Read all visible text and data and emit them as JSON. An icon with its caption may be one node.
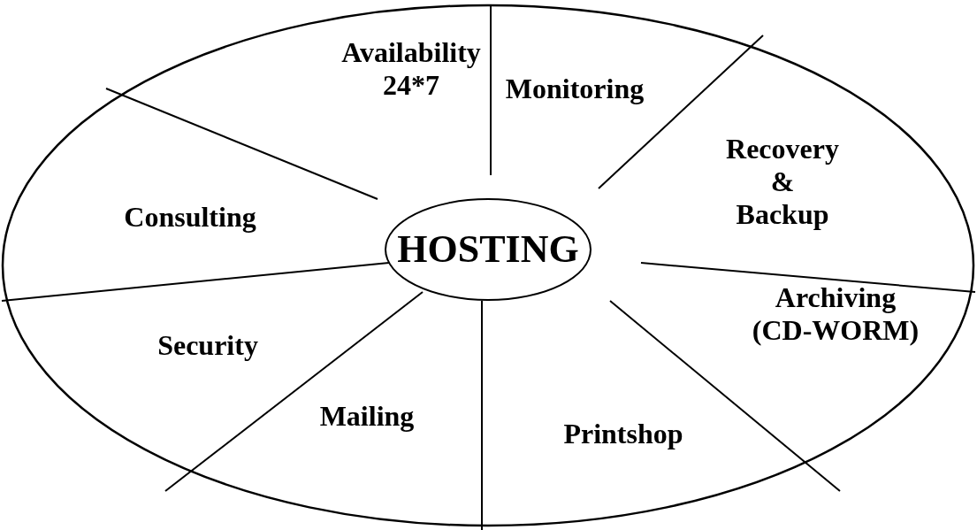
{
  "diagram": {
    "nodes": [
      {
        "text": [],
        "shape": "ellipse"
      },
      {
        "text": [
          "HOSTING"
        ],
        "in": 0
      },
      {
        "text": [
          "Availability 24*7"
        ],
        "in": 0
      },
      {
        "text": [
          "Monitoring"
        ],
        "in": 0
      },
      {
        "text": [
          "Recovery & Backup"
        ],
        "in": 0
      },
      {
        "text": [
          "Archiving (CD-WORM)"
        ],
        "in": 0
      },
      {
        "text": [
          "Printshop"
        ],
        "in": 0
      },
      {
        "text": [
          "Mailing"
        ],
        "in": 0
      },
      {
        "text": [
          "Security"
        ],
        "in": 0
      },
      {
        "text": [
          "Consulting"
        ],
        "in": 0
      }
    ],
    "edges": []
  }
}
